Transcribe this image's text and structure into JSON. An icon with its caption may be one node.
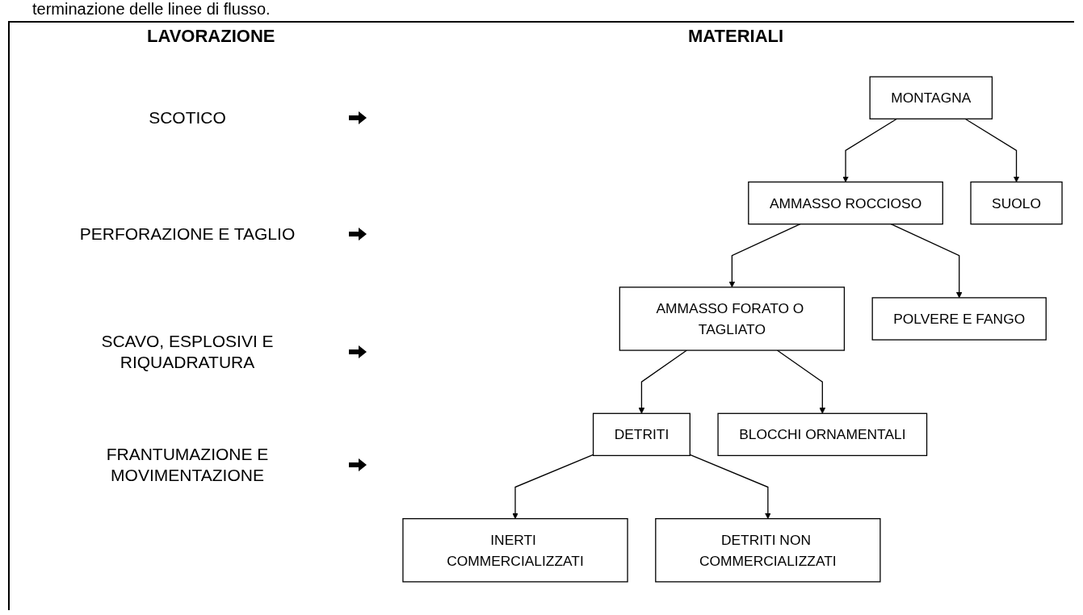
{
  "diagram": {
    "nodes": [
      {
        "text": [
          "MONTAGNA"
        ]
      },
      {
        "text": [
          "AMMASSO ROCCIOSO"
        ]
      },
      {
        "text": [
          "SUOLO"
        ]
      },
      {
        "text": [
          "AMMASSO FORATO O TAGLIATO"
        ]
      },
      {
        "text": [
          "POLVERE E FANGO"
        ]
      },
      {
        "text": [
          "DETRITI"
        ]
      },
      {
        "text": [
          "BLOCCHI ORNAMENTALI"
        ]
      },
      {
        "text": [
          "INERTI COMMERCIALIZZATI"
        ]
      },
      {
        "text": [
          "DETRITI NON COMMERCIALIZZATI"
        ]
      }
    ],
    "edges": [
      {
        "from": 0,
        "to": 1,
        "arrow": "to"
      },
      {
        "from": 0,
        "to": 2,
        "arrow": "to"
      },
      {
        "from": 1,
        "to": 3,
        "arrow": "to"
      },
      {
        "from": 1,
        "to": 4,
        "arrow": "to"
      },
      {
        "from": 3,
        "to": 5,
        "arrow": "to"
      },
      {
        "from": 3,
        "to": 6,
        "arrow": "to"
      },
      {
        "from": 5,
        "to": 7,
        "arrow": "to"
      },
      {
        "from": 5,
        "to": 8,
        "arrow": "to"
      }
    ],
    "labels": [
      "terminazione delle linee di flusso.",
      "LAVORAZIONE",
      "MATERIALI",
      "SCOTICO",
      "PERFORAZIONE E TAGLIO",
      "SCAVO, ESPLOSIVI E RIQUADRATURA",
      "FRANTUMAZIONE E MOVIMENTAZIONE"
    ]
  }
}
